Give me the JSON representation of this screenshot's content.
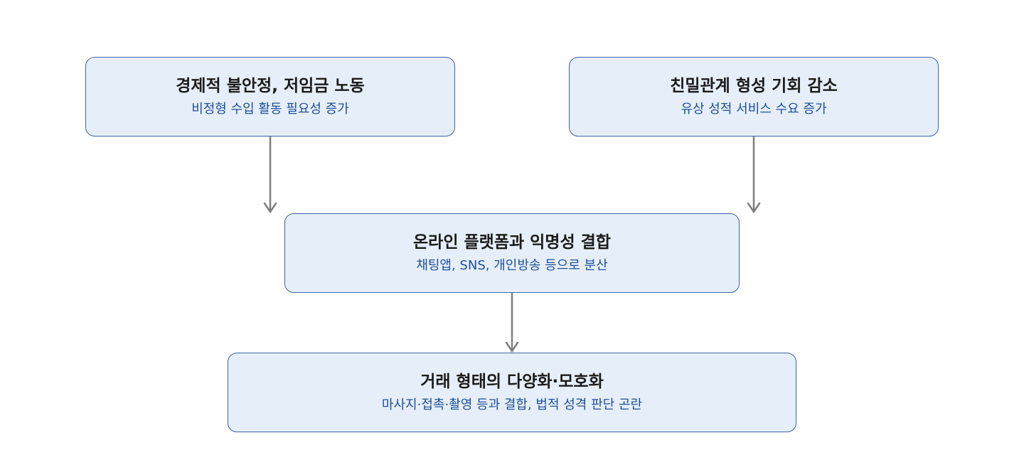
{
  "nodes": [
    {
      "id": "economic-instability",
      "title": "경제적 불안정, 저임금 노동",
      "subtitle": "비정형 수입 활동 필요성 증가"
    },
    {
      "id": "fewer-intimacy-opportunities",
      "title": "친밀관계 형성 기회 감소",
      "subtitle": "유상 성적 서비스 수요 증가"
    },
    {
      "id": "online-platforms-anonymity",
      "title": "온라인 플랫폼과 익명성 결합",
      "subtitle": "채팅앱, SNS, 개인방송 등으로 분산"
    },
    {
      "id": "diversified-transactions",
      "title": "거래 형태의 다양화·모호화",
      "subtitle": "마사지·접촉·촬영 등과 결합, 법적 성격 판단 곤란"
    }
  ],
  "edges": [
    {
      "from": "economic-instability",
      "to": "online-platforms-anonymity"
    },
    {
      "from": "fewer-intimacy-opportunities",
      "to": "online-platforms-anonymity"
    },
    {
      "from": "online-platforms-anonymity",
      "to": "diversified-transactions"
    }
  ],
  "colors": {
    "box_fill": "#e6eff9",
    "box_border": "#3f64a4",
    "title_text": "#1b1b1b",
    "subtitle_text": "#1f4e9a",
    "arrow": "#7f7f7f"
  }
}
